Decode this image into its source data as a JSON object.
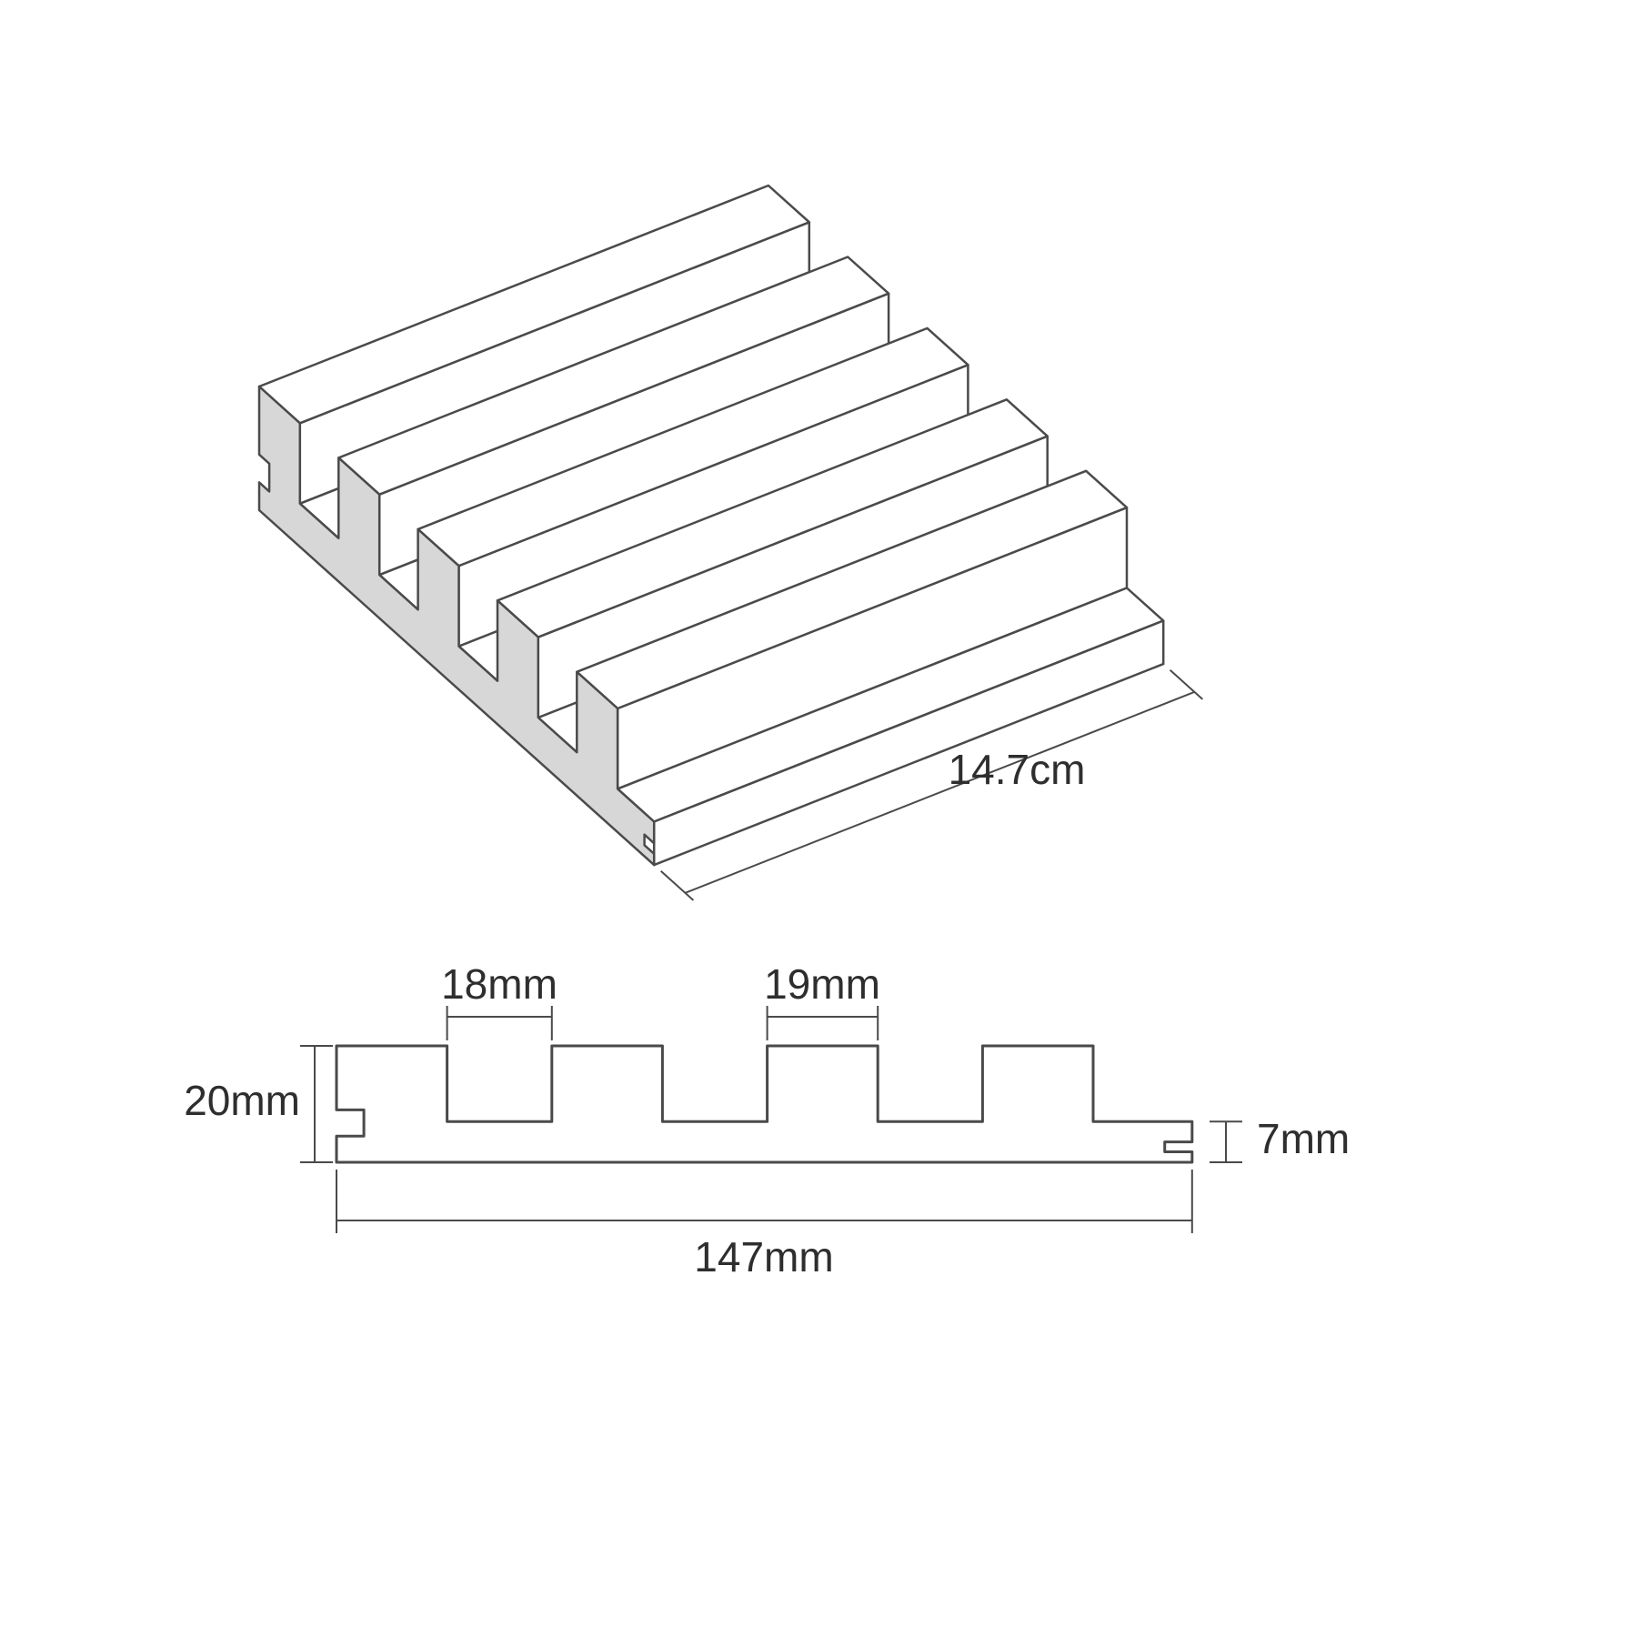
{
  "colors": {
    "line": "#4a4a4a",
    "section_face": "#d7d7d7",
    "text": "#2e2e2e",
    "background": "#ffffff"
  },
  "dimensions": {
    "panel_length": "14.7cm",
    "groove_width": "18mm",
    "slat_width": "19mm",
    "panel_thickness": "20mm",
    "base_thickness": "7mm",
    "panel_width": "147mm"
  }
}
